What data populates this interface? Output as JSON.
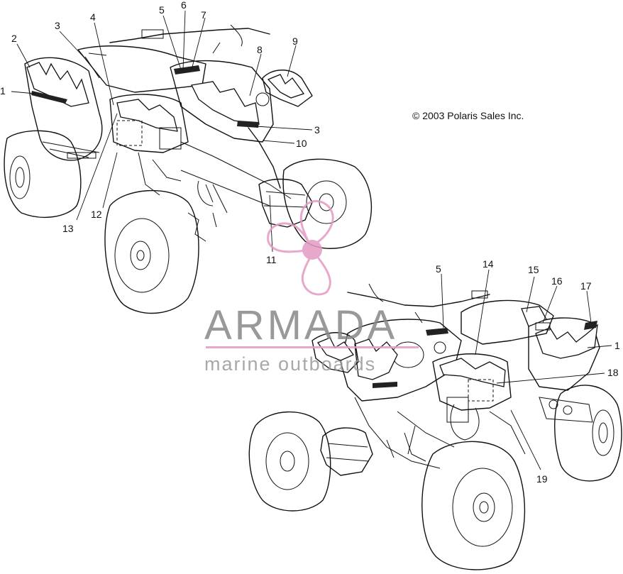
{
  "copyright": "© 2003 Polaris Sales Inc.",
  "watermark": {
    "name": "ARMADA",
    "tagline": "marine outboards",
    "logo_color": "#e59ac4",
    "text_color": "#888888"
  },
  "callouts": {
    "top": [
      "1",
      "2",
      "3",
      "4",
      "5",
      "6",
      "7",
      "8",
      "9",
      "3",
      "10",
      "11",
      "12",
      "13"
    ],
    "bottom": [
      "5",
      "14",
      "15",
      "16",
      "17",
      "1",
      "18",
      "19"
    ]
  }
}
